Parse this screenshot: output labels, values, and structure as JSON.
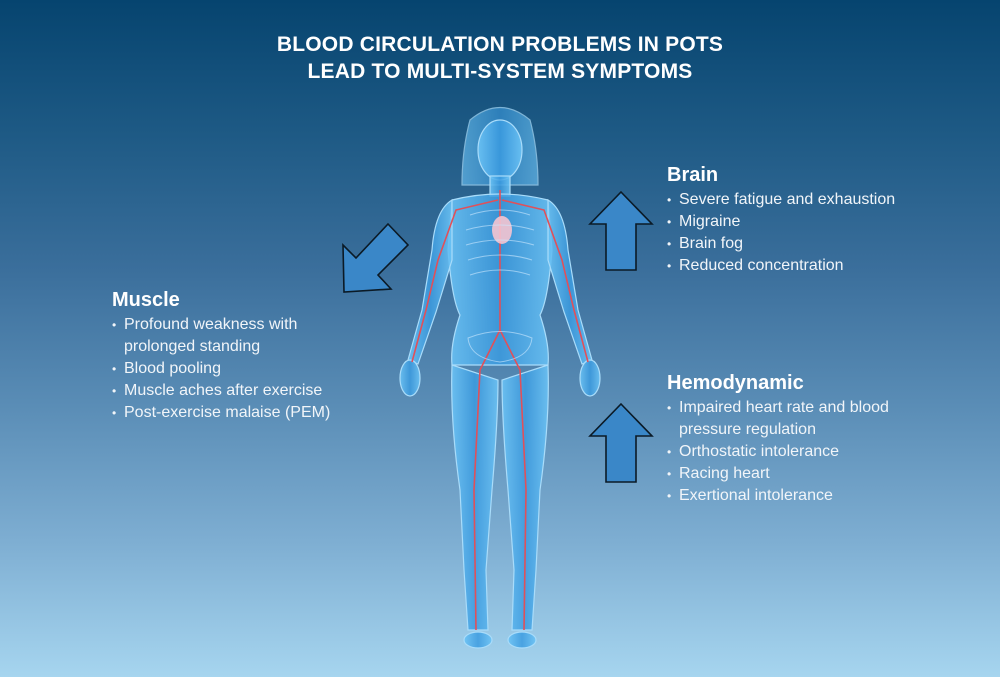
{
  "title": {
    "line1": "BLOOD CIRCULATION PROBLEMS IN POTS",
    "line2": "LEAD TO MULTI-SYSTEM SYMPTOMS"
  },
  "colors": {
    "arrow_fill": "#3a87c8",
    "arrow_stroke": "#0b1a26",
    "body_blue": "#4aa6e8",
    "vessel_red": "#e0505a"
  },
  "sections": {
    "brain": {
      "heading": "Brain",
      "items": [
        "Severe fatigue and exhaustion",
        "Migraine",
        "Brain fog",
        "Reduced concentration"
      ]
    },
    "muscle": {
      "heading": "Muscle",
      "items": [
        "Profound weakness with prolonged standing",
        "Blood pooling",
        "Muscle aches after exercise",
        "Post-exercise malaise (PEM)"
      ]
    },
    "hemodynamic": {
      "heading": "Hemodynamic",
      "items": [
        "Impaired heart rate and blood pressure regulation",
        "Orthostatic intolerance",
        "Racing heart",
        "Exertional intolerance"
      ]
    }
  },
  "icons": {
    "brain_arrow": "arrow-up-icon",
    "hemodynamic_arrow": "arrow-up-icon",
    "muscle_arrow": "arrow-down-left-icon",
    "figure": "human-body-circulatory-illustration"
  }
}
